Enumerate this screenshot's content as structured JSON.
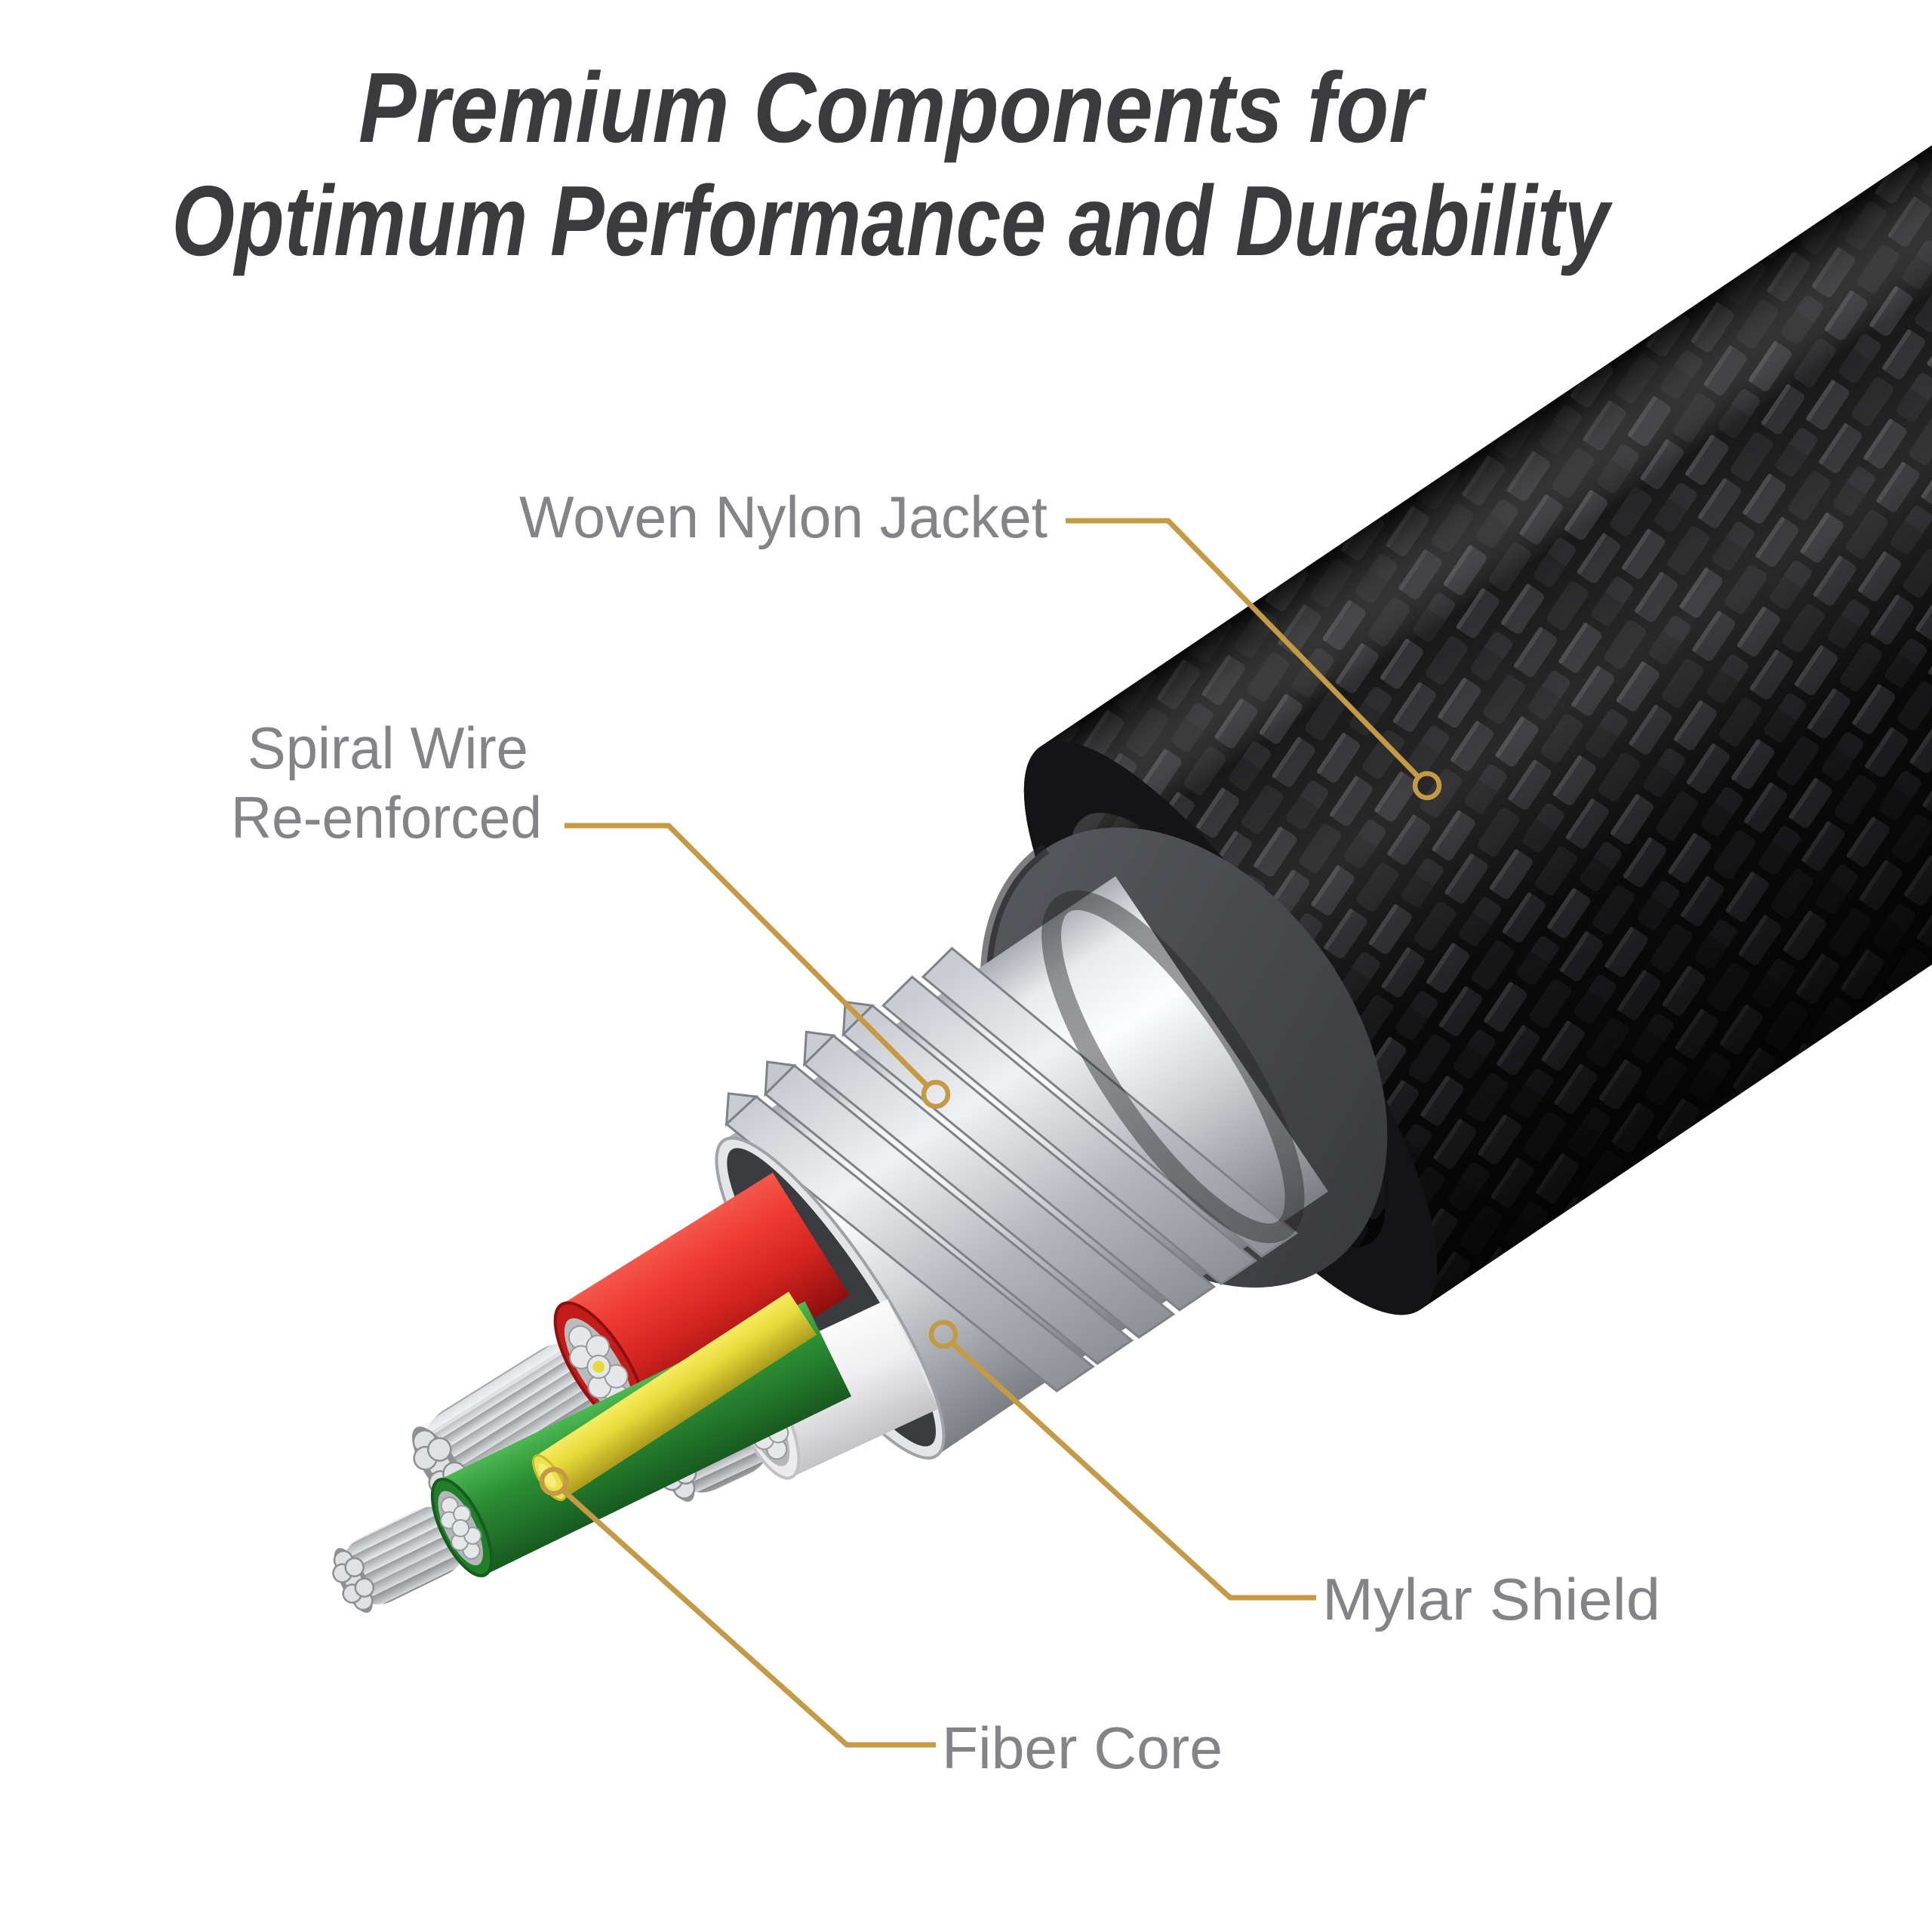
{
  "title": {
    "line1": "Premium Components for",
    "line2": "Optimum Performance and Durability"
  },
  "labels": {
    "woven_nylon_jacket": "Woven Nylon Jacket",
    "spiral_wire_line1": "Spiral Wire",
    "spiral_wire_line2": "Re-enforced",
    "mylar_shield": "Mylar Shield",
    "fiber_core": "Fiber Core"
  },
  "colors": {
    "callout_gold": "#c49a45",
    "label_gray": "#828487",
    "title_charcoal": "#3b3b3d",
    "braid_black": "#0c0c0d",
    "jacket_gray": "#47484c",
    "shield_silver": "#d8dade",
    "wire_red": "#d42420",
    "wire_green": "#2c9034",
    "wire_white": "#efeff1",
    "fiber_yellow": "#e8d93a",
    "strand_silver": "#dfe1e4",
    "strand_copper": "#b5894a"
  }
}
